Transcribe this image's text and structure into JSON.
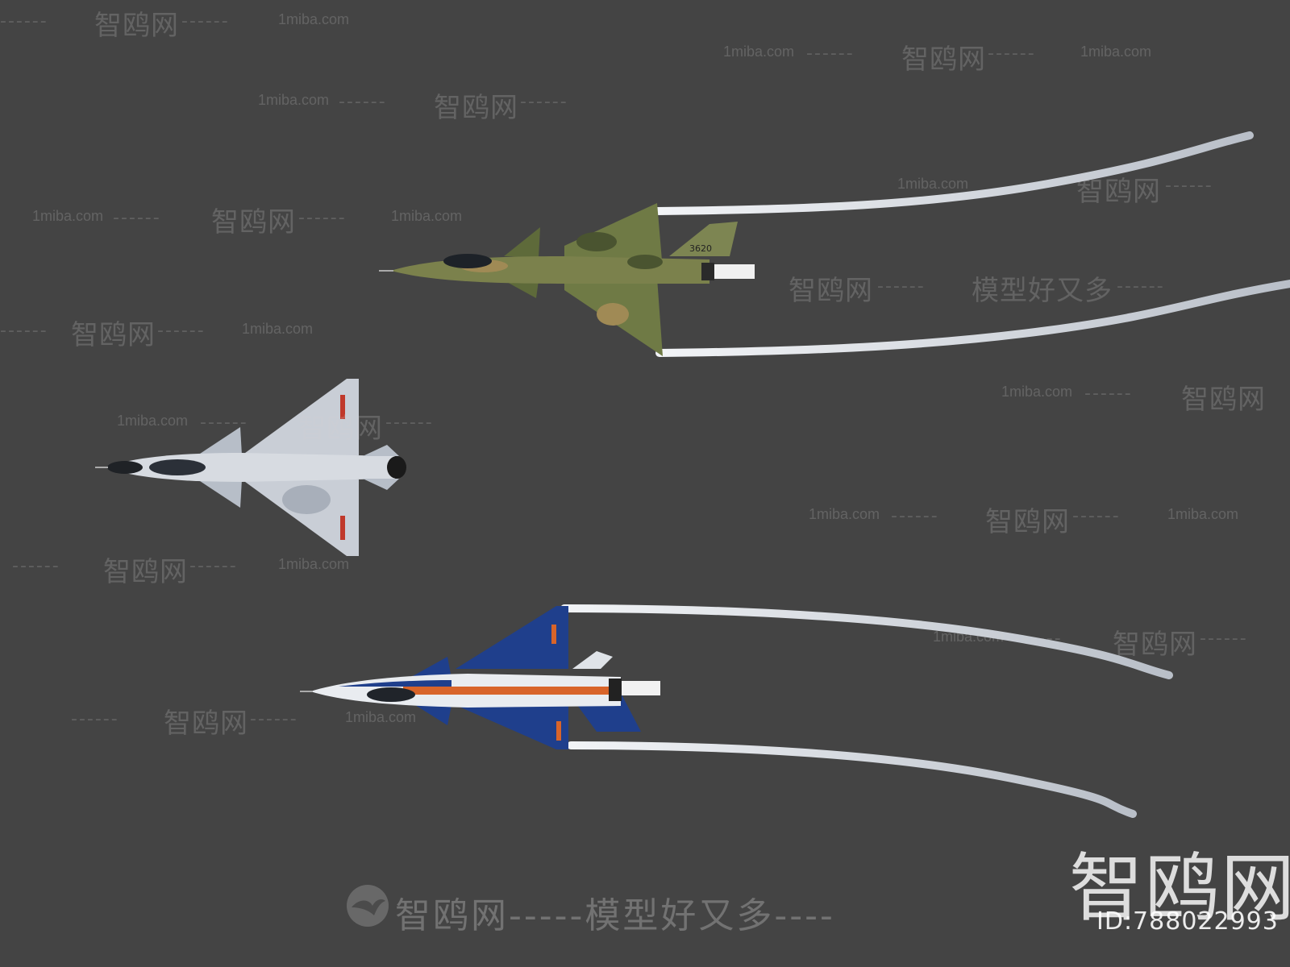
{
  "watermarks": {
    "brand": "智鸥网",
    "site": "1miba.com",
    "tagline": "模型好又多",
    "dashes": "------"
  },
  "footer": {
    "slogan": "智鸥网-----模型好又多----",
    "logo": "智鸥网",
    "image_id": "ID:788022993"
  },
  "aircraft": [
    {
      "name": "camouflage-jet",
      "tail_number": "3620",
      "colors": {
        "base": "#6f7a45",
        "dark": "#4a5430",
        "tan": "#a08a55"
      }
    },
    {
      "name": "grey-jet",
      "colors": {
        "base": "#c9ced6",
        "dark": "#9aa3ae",
        "insignia": "#c0392b"
      }
    },
    {
      "name": "blue-display-jet",
      "colors": {
        "base": "#1f3f8c",
        "white": "#e9ecf0",
        "orange": "#d8642a"
      }
    }
  ],
  "colors": {
    "background": "#444444",
    "contrail": "#c7ccd3"
  }
}
